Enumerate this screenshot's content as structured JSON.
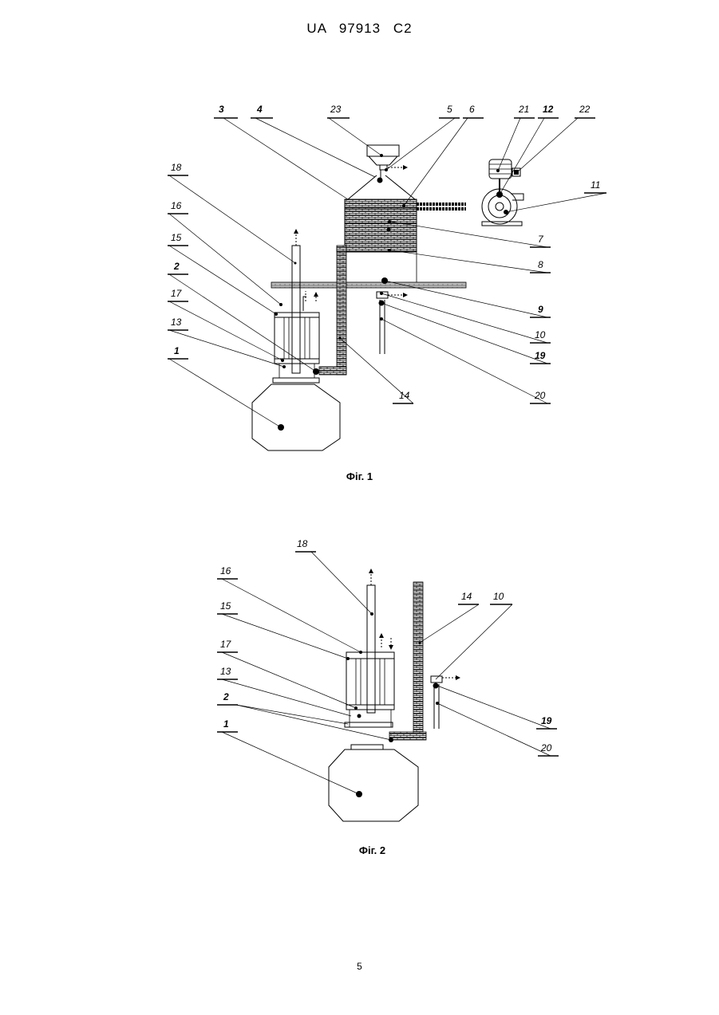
{
  "header": {
    "text": "UA   97913   C2"
  },
  "page_number": "5",
  "figure1": {
    "caption": "Фіг. 1",
    "labels": {
      "l1": "1",
      "l2": "2",
      "l3": "3",
      "l4": "4",
      "l5": "5",
      "l6": "6",
      "l7": "7",
      "l8": "8",
      "l9": "9",
      "l10": "10",
      "l11": "11",
      "l12": "12",
      "l13": "13",
      "l14": "14",
      "l15": "15",
      "l16": "16",
      "l17": "17",
      "l18": "18",
      "l19": "19",
      "l20": "20",
      "l21": "21",
      "l22": "22",
      "l23": "23"
    }
  },
  "figure2": {
    "caption": "Фіг. 2",
    "labels": {
      "l1": "1",
      "l2": "2",
      "l10": "10",
      "l13": "13",
      "l14": "14",
      "l15": "15",
      "l16": "16",
      "l17": "17",
      "l18": "18",
      "l19": "19",
      "l20": "20"
    }
  }
}
